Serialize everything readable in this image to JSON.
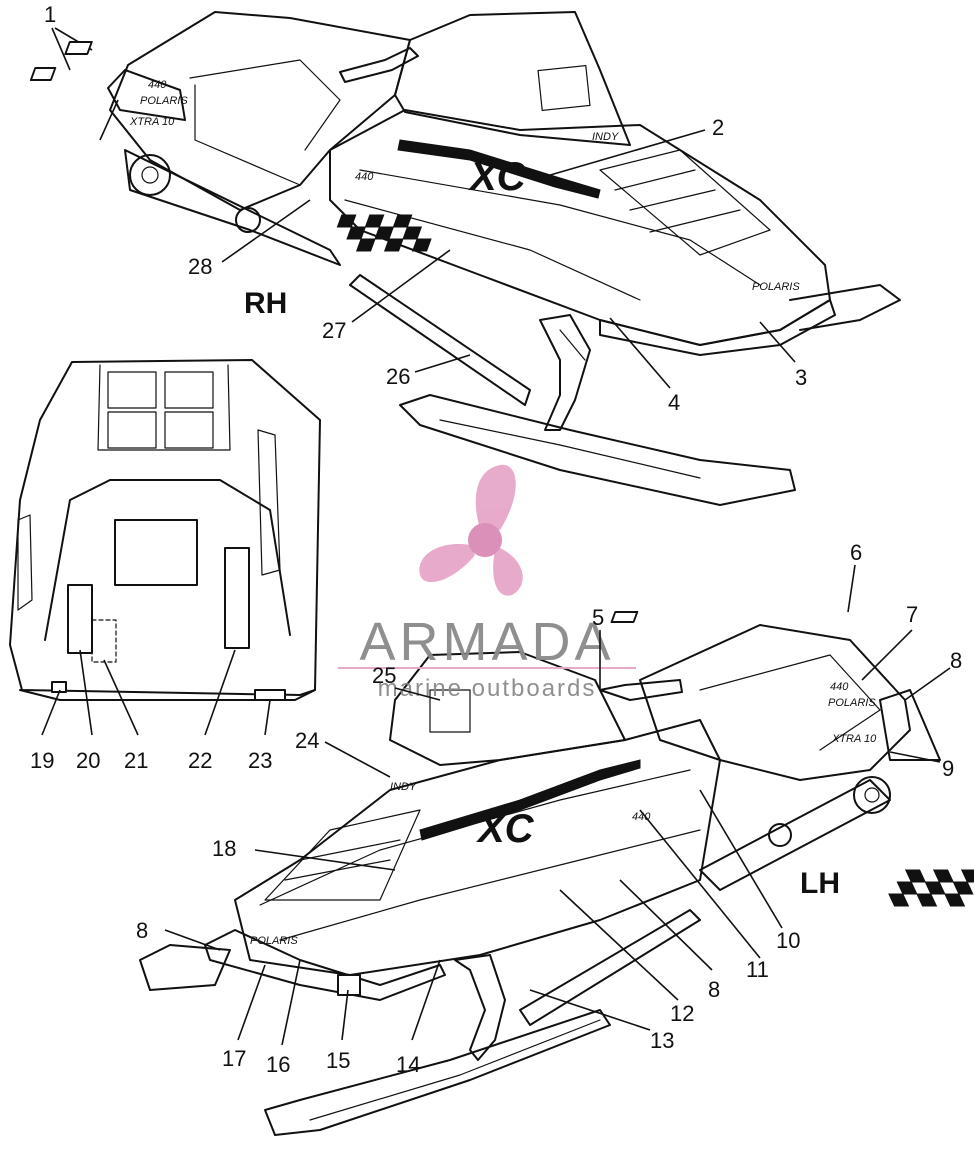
{
  "diagram": {
    "side_labels": {
      "rh": "RH",
      "lh": "LH"
    },
    "callouts": [
      "1",
      "2",
      "3",
      "4",
      "5",
      "6",
      "7",
      "8",
      "9",
      "10",
      "11",
      "12",
      "13",
      "14",
      "15",
      "16",
      "17",
      "18",
      "19",
      "20",
      "21",
      "22",
      "23",
      "24",
      "25",
      "26",
      "27",
      "28"
    ],
    "callout_8_repeats": [
      "8",
      "8",
      "8"
    ],
    "decals": {
      "model_number": "440",
      "model_number_lh": "440",
      "brand_word": "POLARIS",
      "brand_word_lh": "POLARIS",
      "xc_mark": "XC",
      "xc_mark_lh": "XC",
      "xtra_label": "XTRA 10",
      "xtra_label_lh": "XTRA 10",
      "indy_label": "INDY",
      "indy_label_lh": "INDY"
    }
  },
  "watermark": {
    "brand": "ARMADA",
    "tagline": "marine outboards",
    "logo_icon": "propeller-icon",
    "color_logo": "#e6a6c9",
    "color_text": "#8a8a8a"
  }
}
